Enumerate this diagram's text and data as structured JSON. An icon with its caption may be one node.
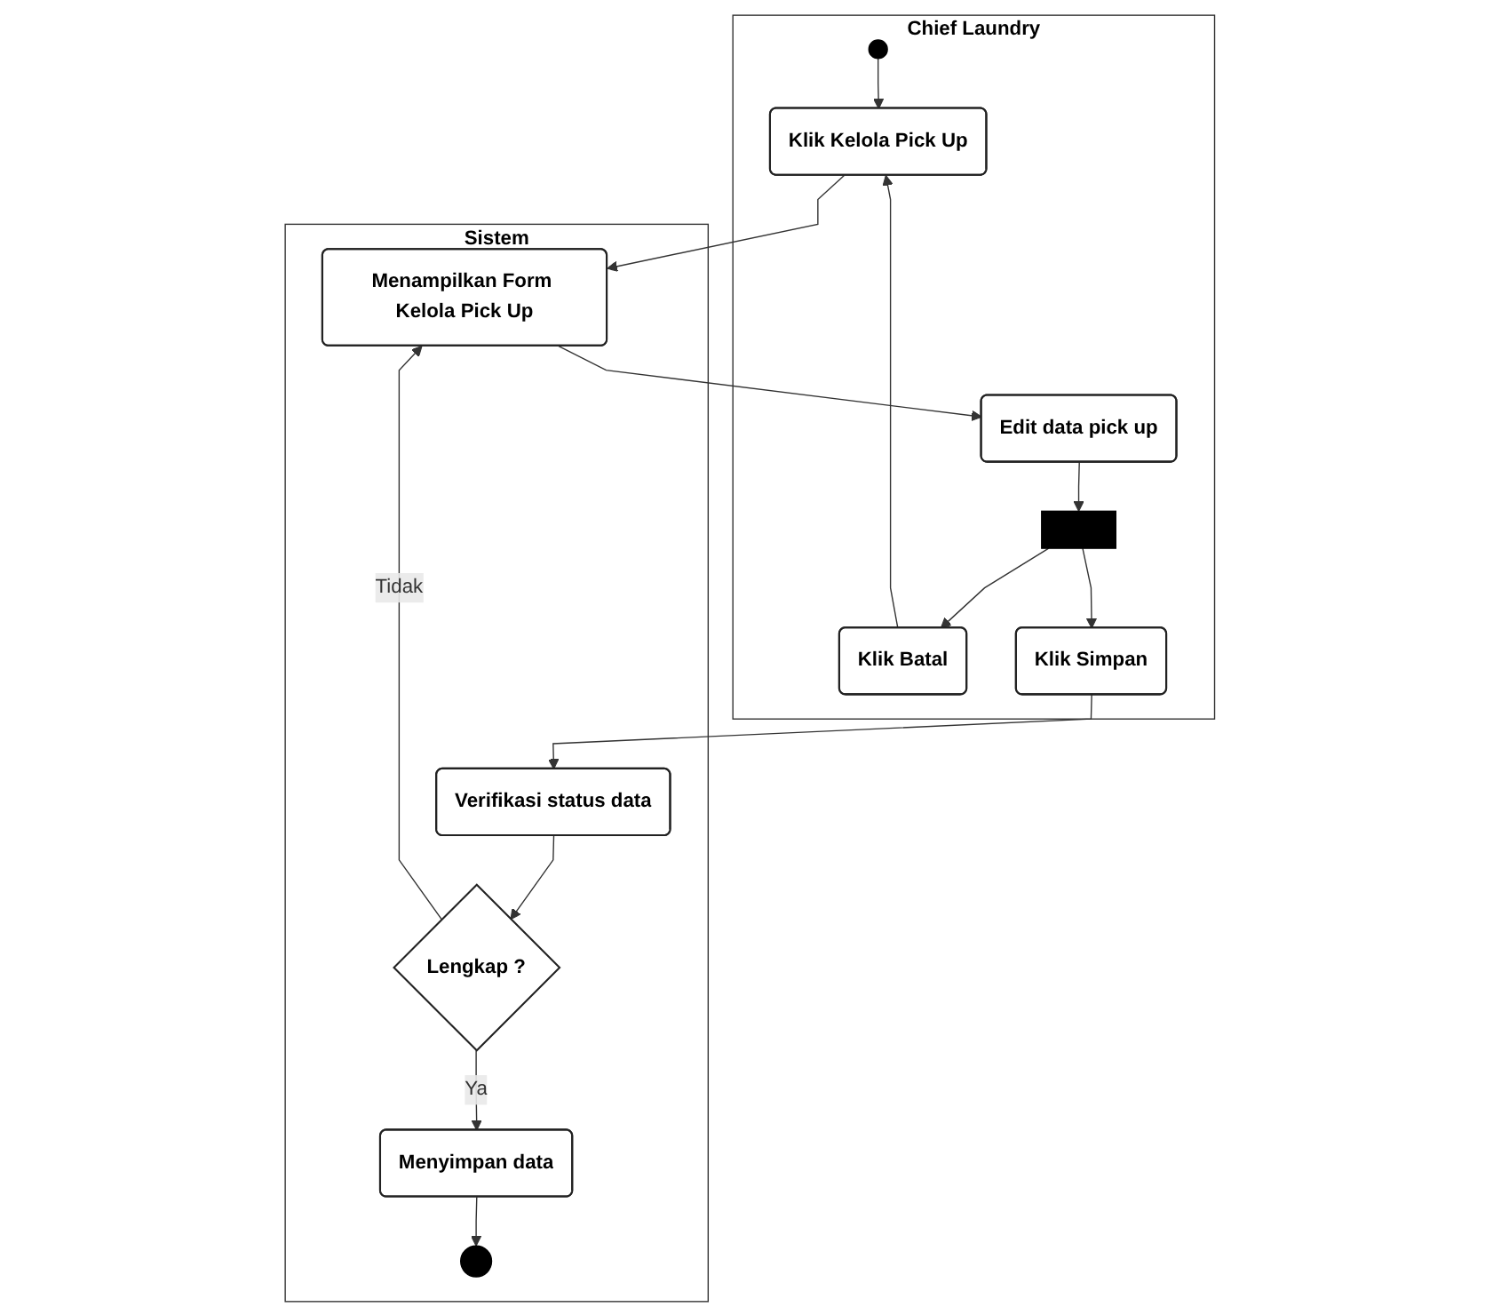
{
  "diagram": {
    "nodes": [
      {
        "text": [
          "Chief Laundry"
        ]
      },
      {
        "text": [
          "Sistem"
        ]
      },
      {
        "text": [],
        "shape": "circle",
        "in": 0
      },
      {
        "text": [
          "Klik Kelola Pick Up"
        ],
        "in": 0
      },
      {
        "text": [
          "Menampilkan Form Kelola Pick Up"
        ],
        "in": 1
      },
      {
        "text": [
          "Edit data pick up"
        ],
        "in": 0
      },
      {
        "text": [],
        "shape": "bar",
        "in": 0
      },
      {
        "text": [
          "Klik Batal"
        ],
        "in": 0
      },
      {
        "text": [
          "Klik Simpan"
        ],
        "in": 0
      },
      {
        "text": [
          "Verifikasi status data"
        ],
        "in": 1
      },
      {
        "text": [
          "Lengkap ?"
        ],
        "in": 1
      },
      {
        "text": [
          "Menyimpan data"
        ],
        "in": 1
      },
      {
        "text": [],
        "shape": "circle",
        "in": 1
      }
    ],
    "edges": [
      {
        "from": 2,
        "to": 3,
        "arrow": "to"
      },
      {
        "from": 3,
        "to": 4,
        "arrow": "to"
      },
      {
        "from": 4,
        "to": 5,
        "arrow": "to"
      },
      {
        "from": 5,
        "to": 6,
        "arrow": "to"
      },
      {
        "from": 6,
        "to": 7,
        "arrow": "to"
      },
      {
        "from": 6,
        "to": 8,
        "arrow": "to"
      },
      {
        "from": 7,
        "to": 3,
        "arrow": "to"
      },
      {
        "from": 8,
        "to": 9,
        "arrow": "to"
      },
      {
        "from": 9,
        "to": 10,
        "arrow": "to"
      },
      {
        "from": 10,
        "to": 4,
        "label": "Tidak",
        "arrow": "to"
      },
      {
        "from": 10,
        "to": 11,
        "label": "Ya",
        "arrow": "to"
      },
      {
        "from": 11,
        "to": 12,
        "arrow": "to"
      }
    ]
  }
}
